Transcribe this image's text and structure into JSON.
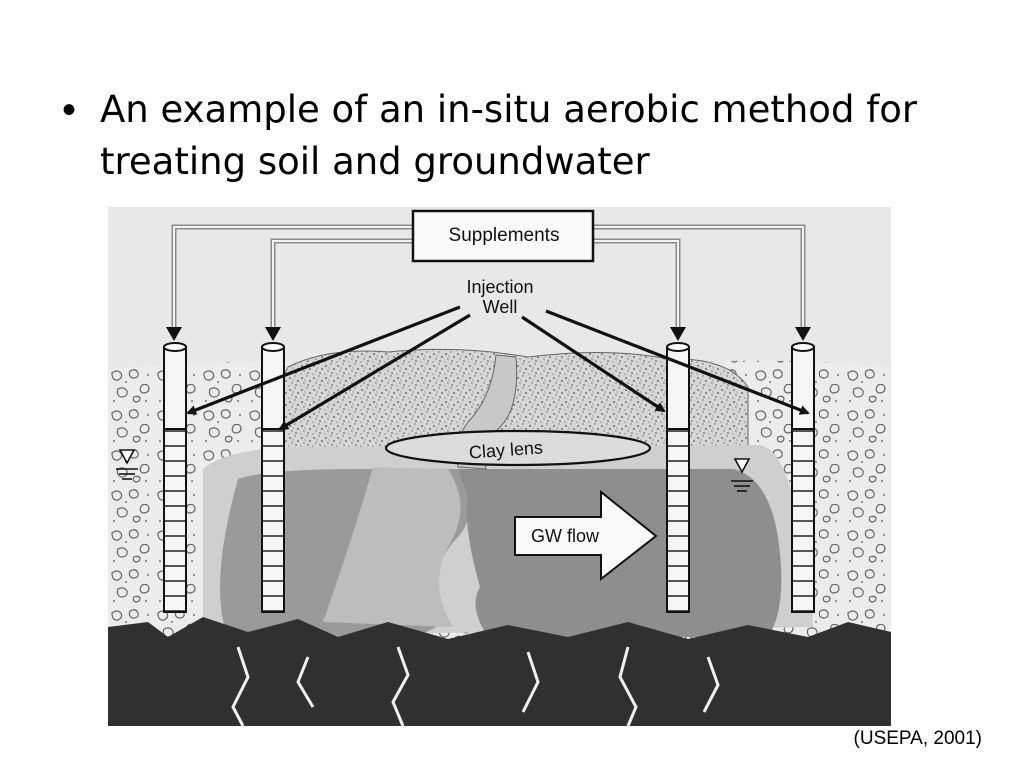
{
  "slide": {
    "bullet_text": "An example of an in-situ aerobic method for treating soil and groundwater",
    "citation": "(USEPA, 2001)"
  },
  "diagram": {
    "supplements_label": "Supplements",
    "injection_label_line1": "Injection",
    "injection_label_line2": "Well",
    "clay_lens_label": "Clay lens",
    "gw_flow_label": "GW flow"
  }
}
